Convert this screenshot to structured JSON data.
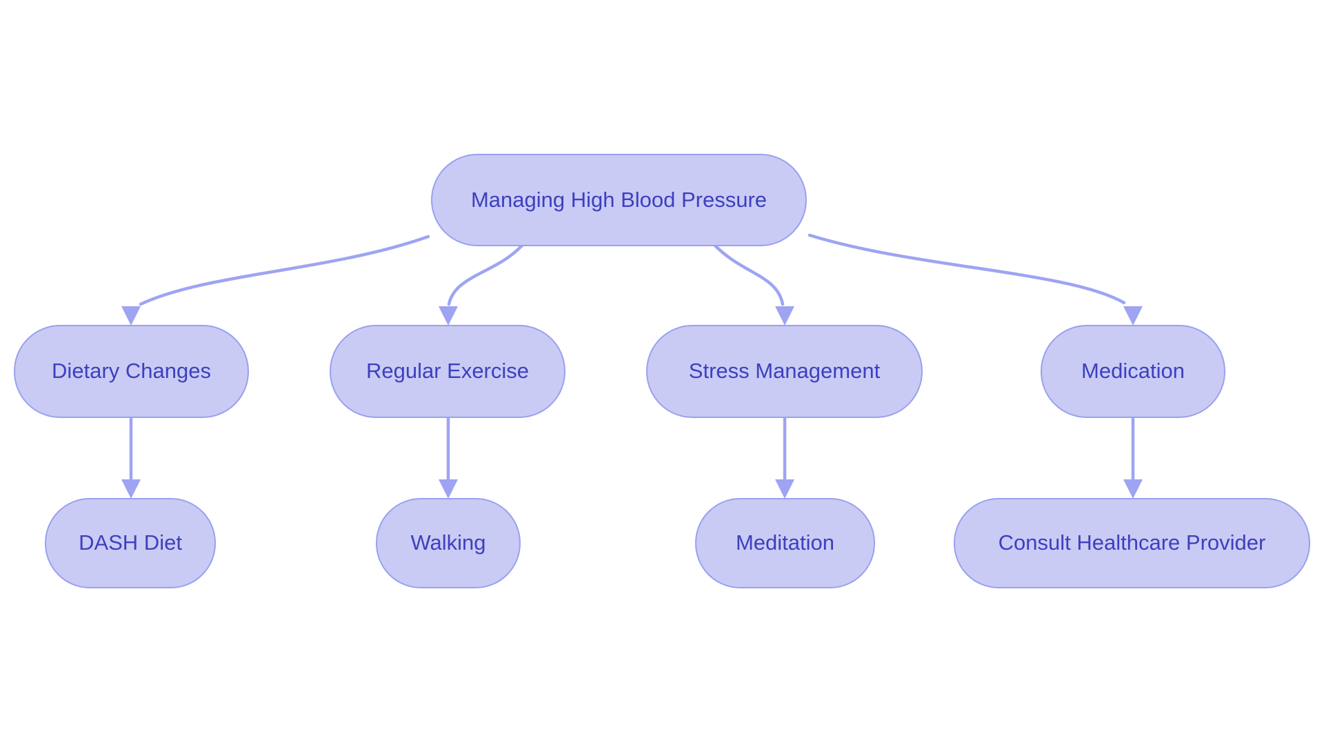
{
  "diagram": {
    "title_node": "Managing High Blood Pressure",
    "colors": {
      "node_fill": "#c9cbf5",
      "node_border": "#9aa0ee",
      "edge": "#9ea4f2",
      "text": "#3c40be",
      "background": "#ffffff"
    },
    "nodes": {
      "root": {
        "label": "Managing High Blood Pressure"
      },
      "dietary": {
        "label": "Dietary Changes"
      },
      "exercise": {
        "label": "Regular Exercise"
      },
      "stress": {
        "label": "Stress Management"
      },
      "medication": {
        "label": "Medication"
      },
      "dash": {
        "label": "DASH Diet"
      },
      "walking": {
        "label": "Walking"
      },
      "meditation": {
        "label": "Meditation"
      },
      "consult": {
        "label": "Consult Healthcare Provider"
      }
    },
    "edges": [
      {
        "from": "root",
        "to": "dietary"
      },
      {
        "from": "root",
        "to": "exercise"
      },
      {
        "from": "root",
        "to": "stress"
      },
      {
        "from": "root",
        "to": "medication"
      },
      {
        "from": "dietary",
        "to": "dash"
      },
      {
        "from": "exercise",
        "to": "walking"
      },
      {
        "from": "stress",
        "to": "meditation"
      },
      {
        "from": "medication",
        "to": "consult"
      }
    ]
  }
}
